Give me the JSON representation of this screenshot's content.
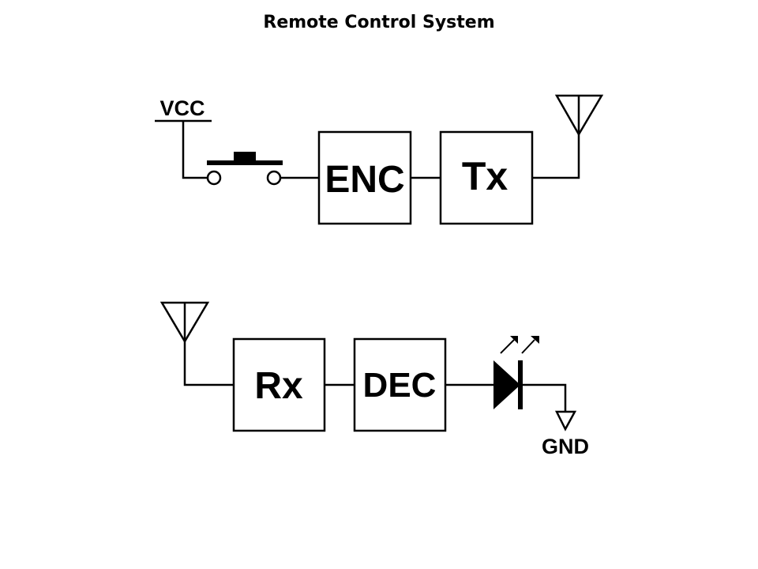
{
  "title": "Remote Control System",
  "transmitter": {
    "supply_label": "VCC",
    "switch": "push-button",
    "blocks": [
      {
        "id": "encoder",
        "label": "ENC"
      },
      {
        "id": "transmitter",
        "label": "Tx"
      }
    ],
    "output": "antenna"
  },
  "receiver": {
    "input": "antenna",
    "blocks": [
      {
        "id": "receiver",
        "label": "Rx"
      },
      {
        "id": "decoder",
        "label": "DEC"
      }
    ],
    "indicator": "LED",
    "ground_label": "GND"
  },
  "colors": {
    "stroke": "#000000",
    "background": "#ffffff"
  }
}
